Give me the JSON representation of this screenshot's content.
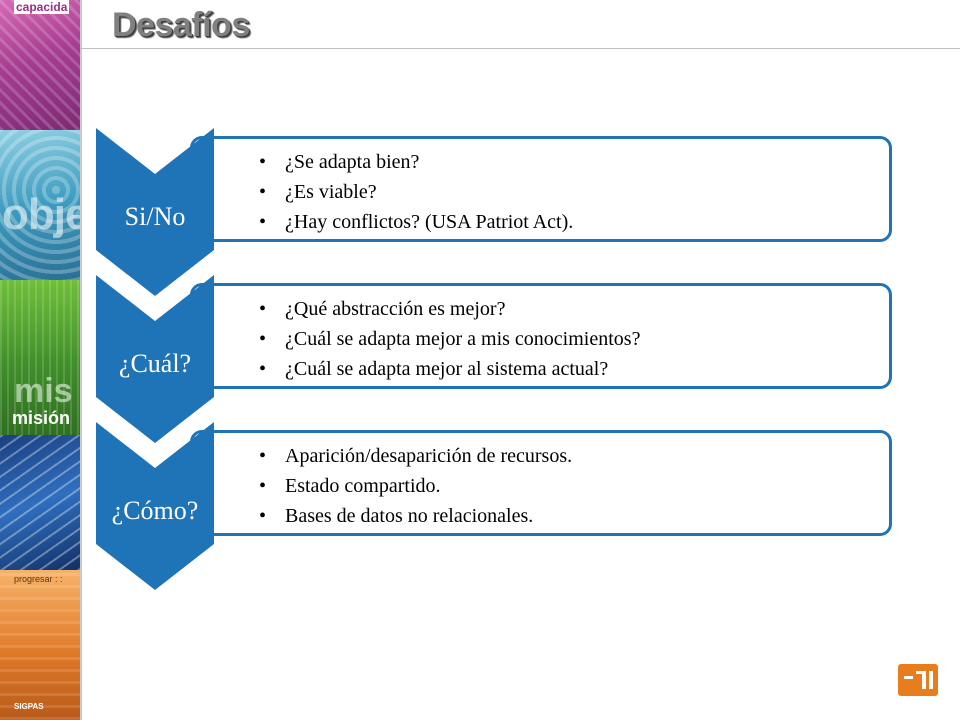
{
  "sidebar": {
    "words": {
      "capacidad": "capacida",
      "objetivos": "obje",
      "mis": "mis",
      "mision": "misión",
      "progresar": "progresar : :",
      "bottom": "SIGPAS"
    }
  },
  "title": "Desafíos",
  "items": [
    {
      "label": "Si/No",
      "bullets": [
        "¿Se adapta bien?",
        "¿Es viable?",
        "¿Hay conflictos?  (USA Patriot Act)."
      ]
    },
    {
      "label": "¿Cuál?",
      "bullets": [
        "¿Qué abstracción es mejor?",
        "¿Cuál se adapta mejor a mis conocimientos?",
        "¿Cuál se adapta mejor al sistema actual?"
      ]
    },
    {
      "label": "¿Cómo?",
      "bullets": [
        "Aparición/desaparición de recursos.",
        "Estado compartido.",
        "Bases de datos no relacionales."
      ]
    }
  ],
  "colors": {
    "accent": "#1f73b7",
    "logo": "#e87d1e"
  },
  "logo": {
    "icon": "tp-logo-icon"
  }
}
